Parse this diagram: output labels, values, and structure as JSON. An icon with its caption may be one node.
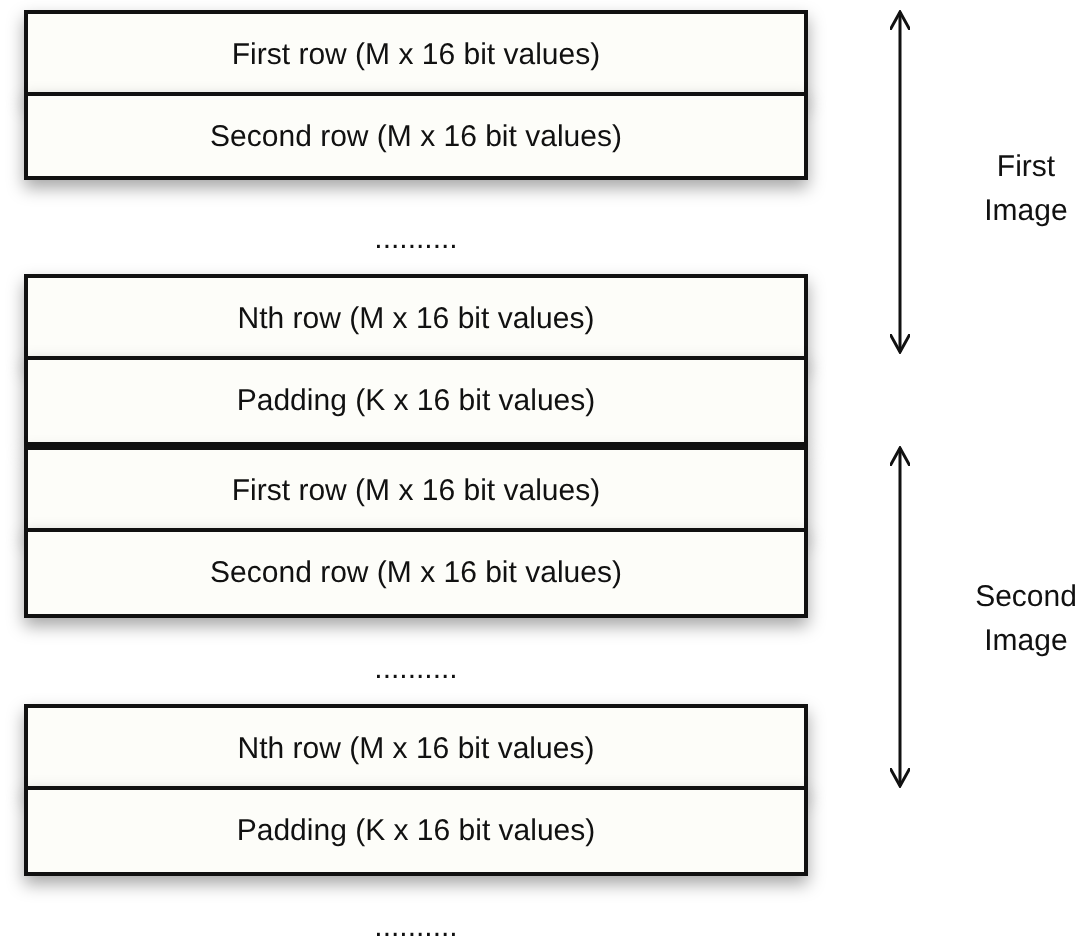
{
  "diagram": {
    "nodes": [
      {
        "text": [
          "First row (M x 16 bit values)"
        ]
      },
      {
        "text": [
          "Second row (M x 16 bit values)"
        ]
      },
      {
        "text": [
          "Nth row (M x 16 bit values)"
        ]
      },
      {
        "text": [
          "Padding (K x 16 bit values)"
        ]
      },
      {
        "text": [
          "First row (M x 16 bit values)"
        ]
      },
      {
        "text": [
          "Second row (M x 16 bit values)"
        ]
      },
      {
        "text": [
          "Nth row (M x 16 bit values)"
        ]
      },
      {
        "text": [
          "Padding (K x 16 bit values)"
        ]
      }
    ],
    "labels": [
      "First Image",
      "..........",
      "Second Image",
      "..........",
      ".........."
    ]
  }
}
